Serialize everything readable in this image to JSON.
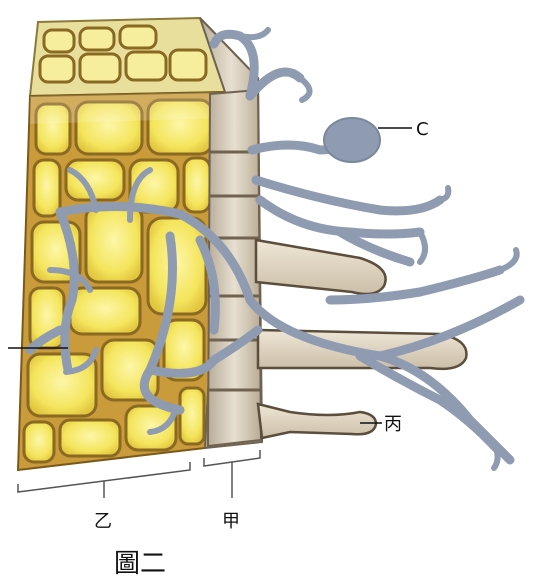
{
  "figure": {
    "caption": "圖二",
    "labels": {
      "c": "C",
      "bing": "丙",
      "yi": "乙",
      "jia": "甲"
    }
  }
}
